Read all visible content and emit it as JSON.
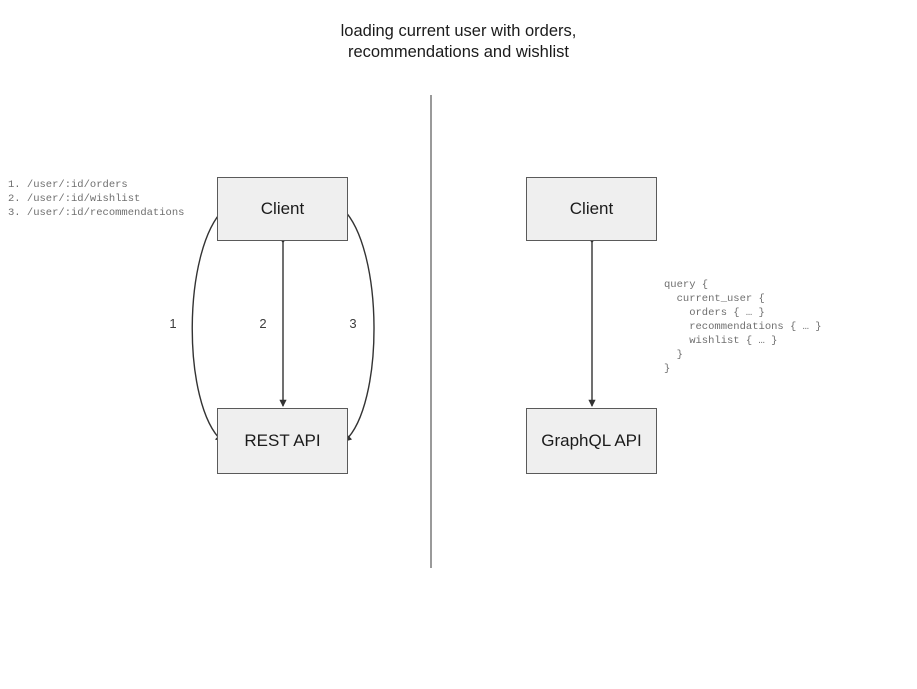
{
  "title": "loading current user with orders,\nrecommendations and wishlist",
  "colors": {
    "node_fill": "#efefef",
    "node_stroke": "#5a5a5a",
    "arrow_stroke": "#333333",
    "divider": "#808080",
    "text": "#1b1b1b",
    "code_text": "#6f6f6f",
    "label_text": "#3d3d3d"
  },
  "divider": {
    "orientation": "vertical"
  },
  "left_panel": {
    "name": "rest-approach",
    "client_node": "Client",
    "api_node": "REST API",
    "edge_labels": [
      "1",
      "2",
      "3"
    ],
    "endpoints": [
      "1. /user/:id/orders",
      "2. /user/:id/wishlist",
      "3. /user/:id/recommendations"
    ],
    "endpoints_text": "1. /user/:id/orders\n2. /user/:id/wishlist\n3. /user/:id/recommendations"
  },
  "right_panel": {
    "name": "graphql-approach",
    "client_node": "Client",
    "api_node": "GraphQL API",
    "query_lines": [
      "query {",
      "  current_user {",
      "    orders { … }",
      "    recommendations { … }",
      "    wishlist { … }",
      "  }",
      "}"
    ],
    "query_text": "query {\n  current_user {\n    orders { … }\n    recommendations { … }\n    wishlist { … }\n  }\n}"
  }
}
